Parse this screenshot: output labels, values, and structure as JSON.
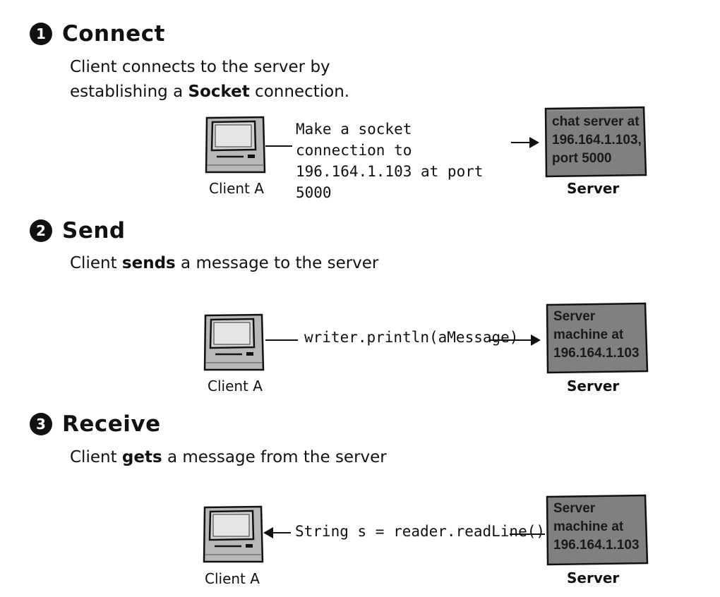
{
  "steps": [
    {
      "number": "1",
      "title": "Connect",
      "desc_line1": "Client connects to the server by",
      "desc_pre": "establishing a ",
      "desc_bold": "Socket",
      "desc_post": " connection.",
      "client_label": "Client A",
      "message_line1": "Make a socket connection to",
      "message_line2": "196.164.1.103 at port 5000",
      "server_lines": [
        "chat server at",
        "196.164.1.103,",
        "port 5000"
      ],
      "server_label": "Server"
    },
    {
      "number": "2",
      "title": "Send",
      "desc_pre": "Client ",
      "desc_bold": "sends",
      "desc_post": " a message to the server",
      "client_label": "Client A",
      "message": "writer.println(aMessage)",
      "server_lines": [
        "Server",
        "machine at",
        "196.164.1.103"
      ],
      "server_label": "Server"
    },
    {
      "number": "3",
      "title": "Receive",
      "desc_pre": "Client ",
      "desc_bold": "gets",
      "desc_post": " a message from the server",
      "client_label": "Client A",
      "message": "String s = reader.readLine()",
      "server_lines": [
        "Server",
        "machine at",
        "196.164.1.103"
      ],
      "server_label": "Server"
    }
  ],
  "colors": {
    "server_fill": "#808080",
    "computer_fill": "#b8b8b8",
    "screen_fill": "#d4d4d4"
  },
  "icons": {
    "client": "computer-icon",
    "server": "server-box-icon"
  }
}
